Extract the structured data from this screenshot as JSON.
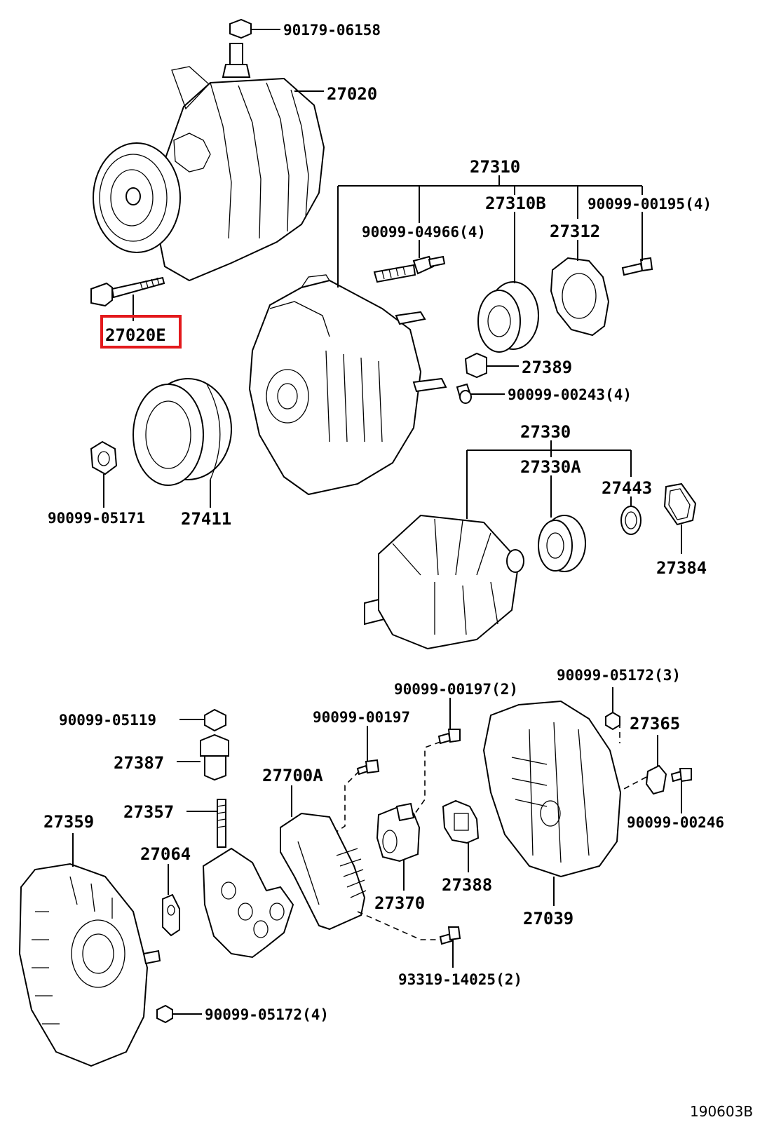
{
  "diagram": {
    "highlight_color": "#e3191c",
    "labels": {
      "p90179_06158": "90179-06158",
      "p27020": "27020",
      "p27310": "27310",
      "p27310B": "27310B",
      "p90099_00195": "90099-00195(4)",
      "p90099_04966": "90099-04966(4)",
      "p27312": "27312",
      "p27020E": "27020E",
      "p27389": "27389",
      "p90099_00243": "90099-00243(4)",
      "p27330": "27330",
      "p27330A": "27330A",
      "p27443": "27443",
      "p90099_05171": "90099-05171",
      "p27411": "27411",
      "p27384": "27384",
      "p90099_05172_3": "90099-05172(3)",
      "p90099_00197_2": "90099-00197(2)",
      "p90099_05119": "90099-05119",
      "p90099_00197": "90099-00197",
      "p27365": "27365",
      "p27387": "27387",
      "p27700A": "27700A",
      "p90099_00246": "90099-00246",
      "p27357": "27357",
      "p27359": "27359",
      "p27064": "27064",
      "p27388": "27388",
      "p27370": "27370",
      "p27039": "27039",
      "p93319_14025": "93319-14025(2)",
      "p90099_05172_4": "90099-05172(4)",
      "figure_code": "190603B"
    }
  }
}
